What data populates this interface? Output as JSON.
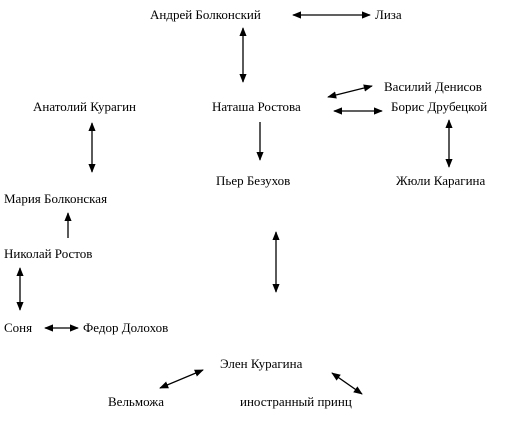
{
  "nodes": {
    "andrei": "Андрей Болконский",
    "liza": "Лиза",
    "natasha": "Наташа Ростова",
    "vasily": "Василий Денисов",
    "boris": "Борис Друбецкой",
    "anatoly": "Анатолий Курагин",
    "pierre": "Пьер Безухов",
    "julie": "Жюли Карагина",
    "maria": "Мария Болконская",
    "nikolai": "Николай Ростов",
    "sonya": "Соня",
    "fedor": "Федор Долохов",
    "helene": "Элен Курагина",
    "velmozha": "Вельможа",
    "prince": "иностранный принц"
  },
  "colors": {
    "text": "#000000",
    "line": "#000000",
    "background": "#ffffff"
  }
}
